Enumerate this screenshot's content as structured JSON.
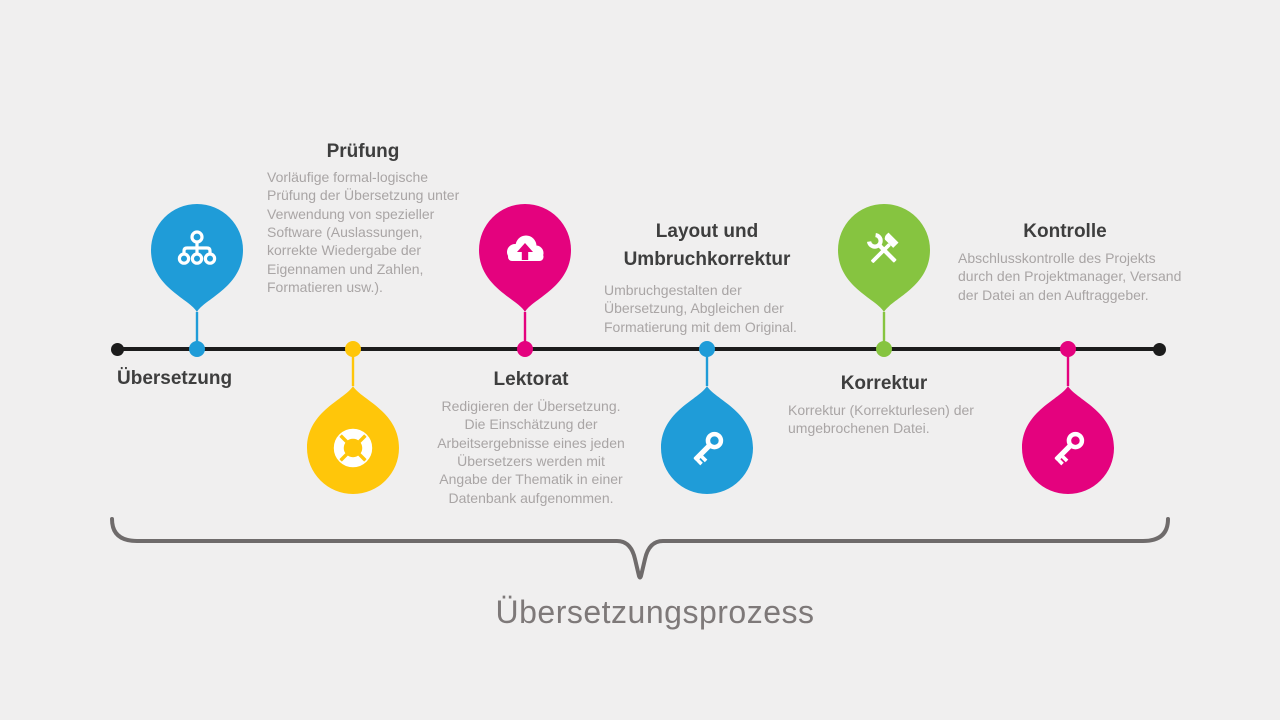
{
  "background": "#f0efef",
  "timeline": {
    "line_color": "#1c1c1c",
    "title_color": "#3e3e3e",
    "description_color": "#a9a5a5"
  },
  "steps": [
    {
      "title": "Übersetzung",
      "description": "",
      "color": "#1f9cd8",
      "icon": "sitemap-icon",
      "marker_side": "above"
    },
    {
      "title": "Prüfung",
      "description": "Vorläufige formal-logische Prüfung der Übersetzung unter Verwendung von spezieller Software (Auslassungen, korrekte Wiedergabe der Eigennamen und Zahlen, Formatieren usw.).",
      "color": "#ffc60a",
      "icon": "lifebuoy-icon",
      "marker_side": "below"
    },
    {
      "title": "Lektorat",
      "description": "Redigieren der Übersetzung. Die Einschätzung der Arbeitsergebnisse eines jeden Übersetzers werden mit Angabe der Thematik in einer Datenbank aufgenommen.",
      "color": "#e4027e",
      "icon": "cloud-upload-icon",
      "marker_side": "above"
    },
    {
      "title": "Layout und Umbruchkorrektur",
      "description": "Umbruchgestalten der Übersetzung, Abgleichen der Formatierung mit dem Original.",
      "color": "#1f9cd8",
      "icon": "key-icon",
      "marker_side": "below"
    },
    {
      "title": "Korrektur",
      "description": "Korrektur (Korrekturlesen) der umgebrochenen Datei.",
      "color": "#86c440",
      "icon": "tools-icon",
      "marker_side": "above"
    },
    {
      "title": "Kontrolle",
      "description": "Abschlusskontrolle des Projekts durch den Projektmanager, Versand der Datei an den Auftraggeber.",
      "color": "#e4027e",
      "icon": "key-icon",
      "marker_side": "below"
    }
  ],
  "footer": {
    "label": "Übersetzungsprozess",
    "brace_color": "#6f6b6b",
    "label_color": "#7e7979"
  }
}
